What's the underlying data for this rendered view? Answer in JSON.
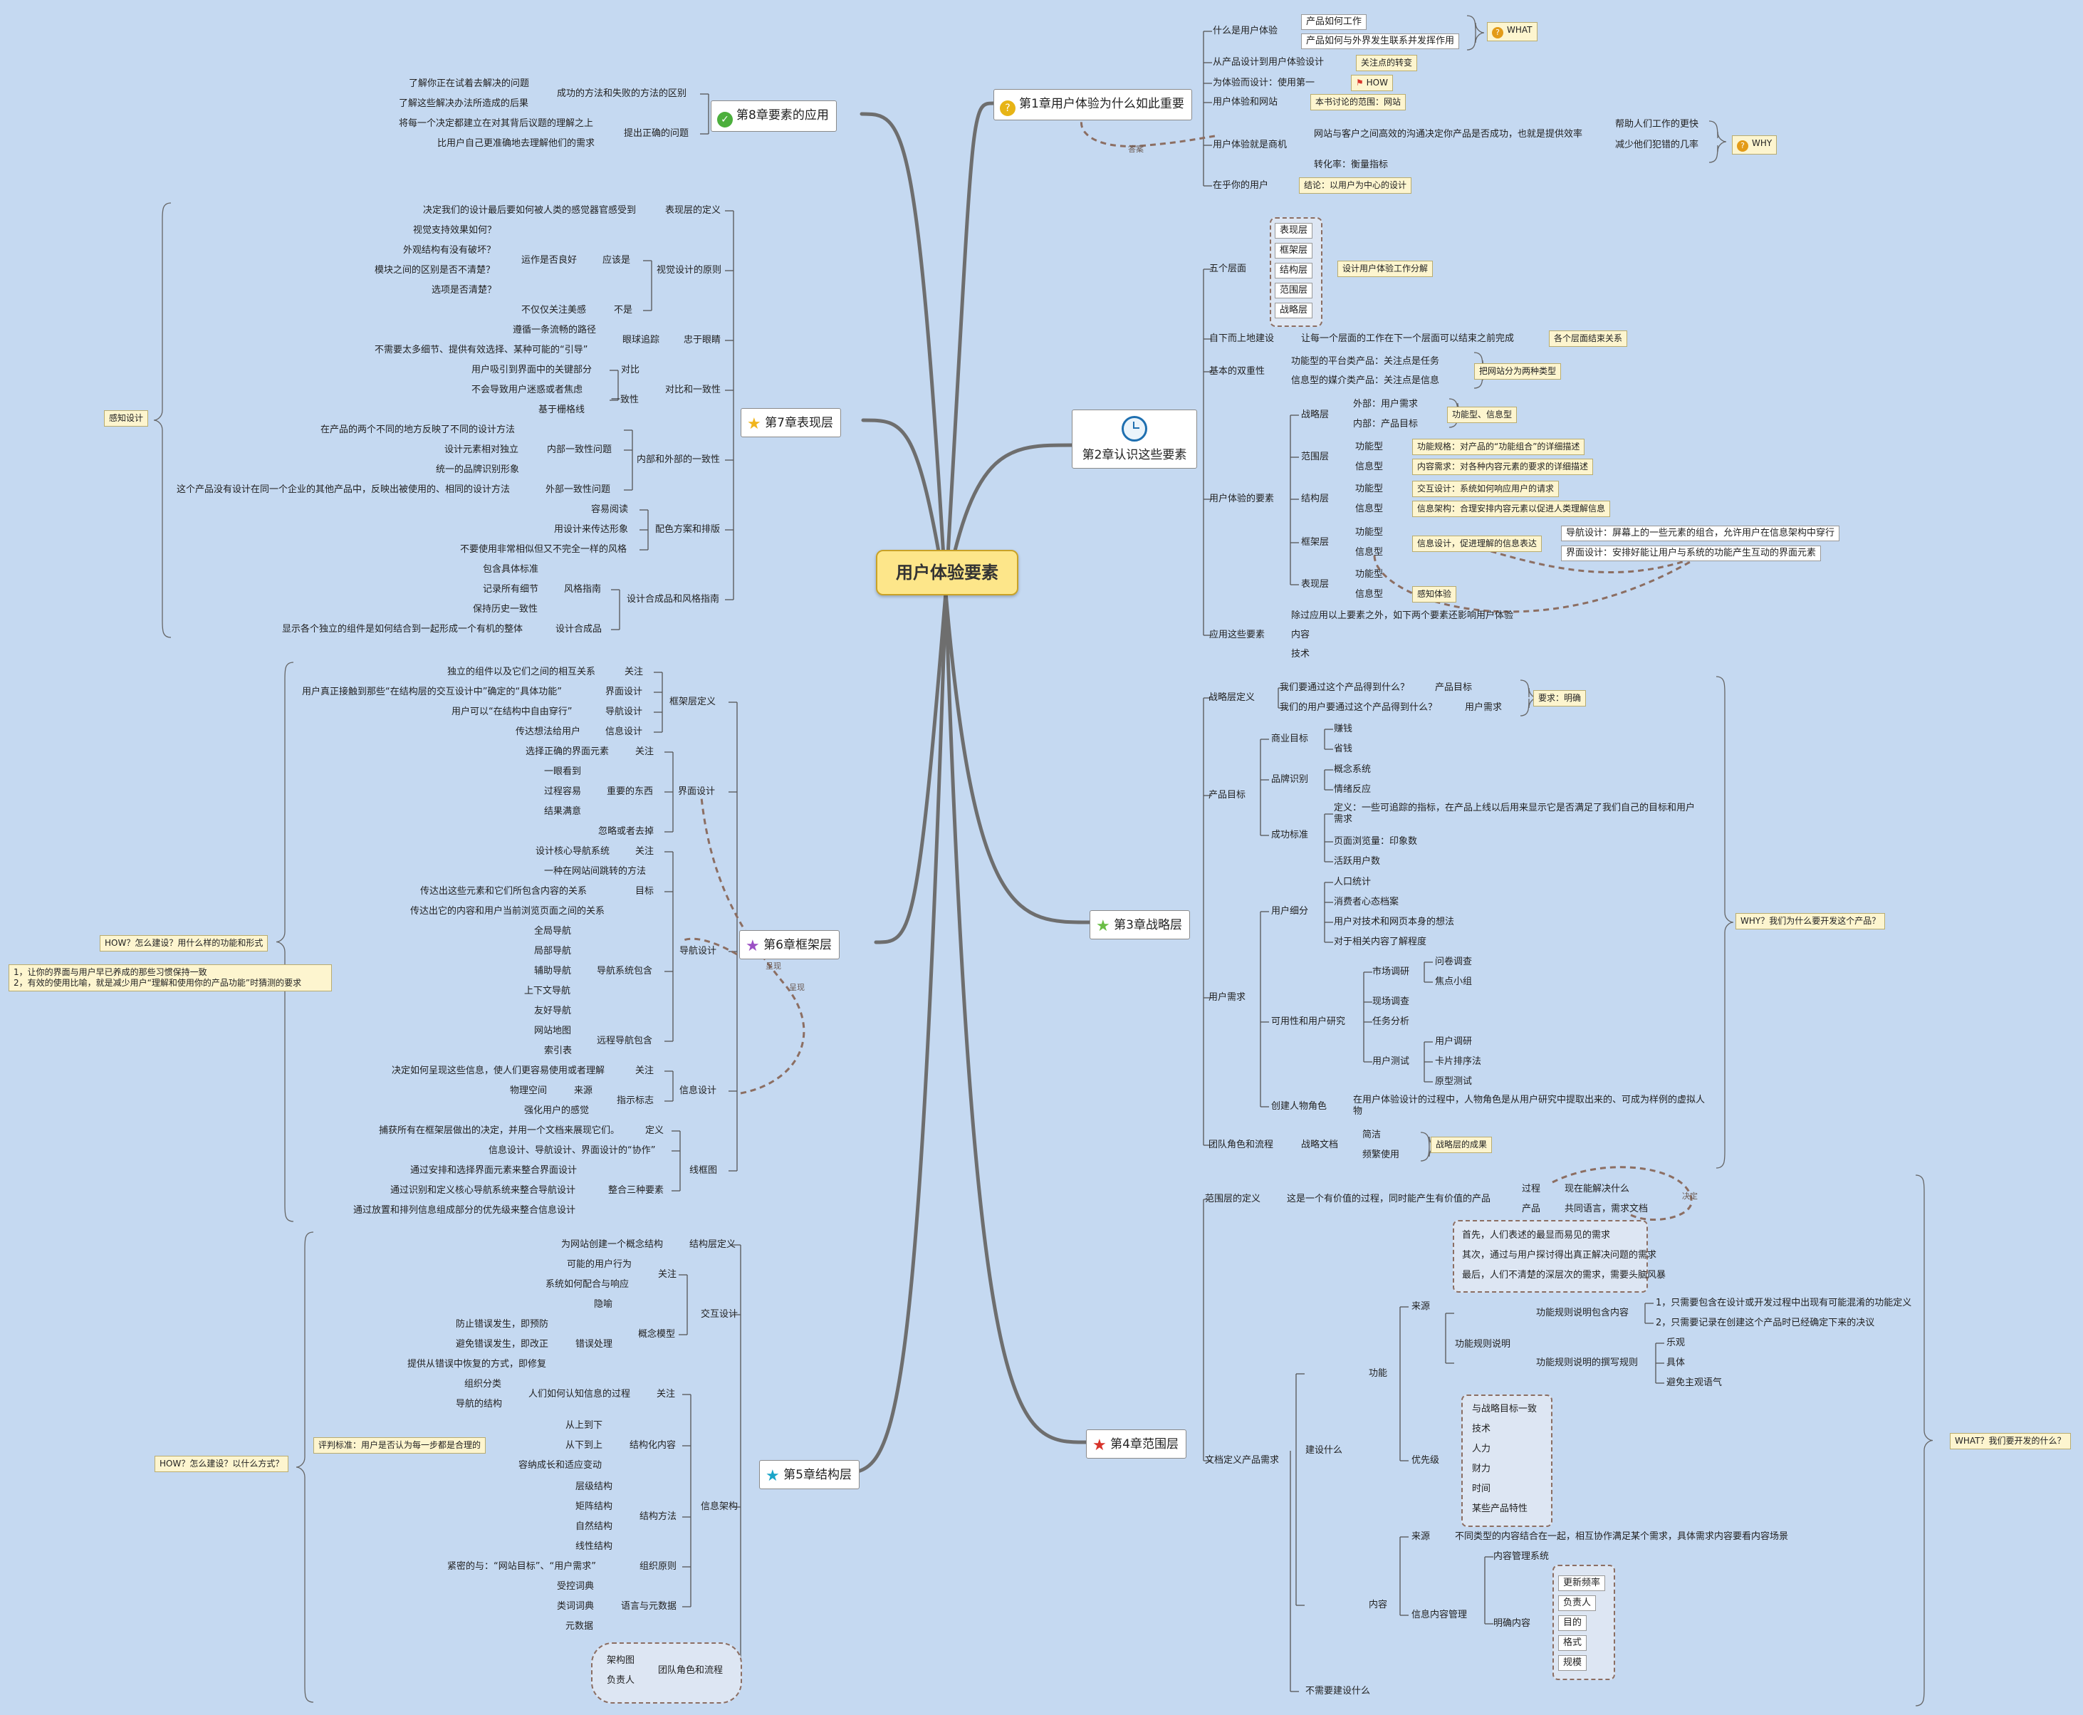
{
  "center": "用户体验要素",
  "icons": {
    "question": "question-icon",
    "clock": "clock-icon",
    "star": "star-icon",
    "check": "check-icon"
  },
  "colors": {
    "background": "#c5d9f1",
    "center": "#fde68a",
    "note": "#fdf5cf",
    "branch": "#6e6e6e"
  },
  "ch1": {
    "title": "第1章用户体验为什么如此重要",
    "what": "什么是用户体验",
    "what_a": "产品如何工作",
    "what_b": "产品如何与外界发生联系并发挥作用",
    "what_tag": "WHAT",
    "from": "从产品设计到用户体验设计",
    "from_note": "关注点的转变",
    "design": "为体验而设计：使用第一",
    "design_tag": "HOW",
    "web": "用户体验和网站",
    "web_note": "本书讨论的范围：网站",
    "biz": "用户体验就是商机",
    "biz_a": "网站与客户之间高效的沟通决定你产品是否成功，也就是提供效率",
    "biz_b": "帮助人们工作的更快",
    "biz_c": "减少他们犯错的几率",
    "biz_tag": "WHY",
    "conv": "转化率：衡量指标",
    "care": "在乎你的用户",
    "care_note": "结论：以用户为中心的设计",
    "link": "答案"
  },
  "ch2": {
    "title": "第2章认识这些要素",
    "five": "五个层面",
    "layers": [
      "表现层",
      "框架层",
      "结构层",
      "范围层",
      "战略层"
    ],
    "five_note": "设计用户体验工作分解",
    "bottom": "自下而上地建设",
    "bottom_a": "让每一个层面的工作在下一个层面可以结束之前完成",
    "bottom_note": "各个层面结束关系",
    "dual": "基本的双重性",
    "dual_a": "功能型的平台类产品：关注点是任务",
    "dual_b": "信息型的媒介类产品：关注点是信息",
    "dual_note": "把网站分为两种类型",
    "elements": "用户体验的要素",
    "strategy": "战略层",
    "s_out": "外部：用户需求",
    "s_in": "内部：产品目标",
    "s_note": "功能型、信息型",
    "scope": "范围层",
    "fn": "功能型",
    "info": "信息型",
    "scope_fn": "功能规格：对产品的“功能组合”的详细描述",
    "scope_info": "内容需求：对各种内容元素的要求的详细描述",
    "structure": "结构层",
    "st_fn": "交互设计：系统如何响应用户的请求",
    "st_info": "信息架构：合理安排内容元素以促进人类理解信息",
    "skeleton": "框架层",
    "sk_note": "信息设计，促进理解的信息表达",
    "sk_nav": "导航设计：屏幕上的一些元素的组合，允许用户在信息架构中穿行",
    "sk_ui": "界面设计：安排好能让用户与系统的功能产生互动的界面元素",
    "surface": "表现层",
    "sf_note": "感知体验",
    "apply": "应用这些要素",
    "apply_a": "除过应用以上要素之外，如下两个要素还影响用户体验",
    "apply_b": "内容",
    "apply_c": "技术"
  },
  "ch3": {
    "title": "第3章战略层",
    "def": "战略层定义",
    "def_a": "我们要通过这个产品得到什么？",
    "def_a2": "产品目标",
    "def_b": "我们的用户要通过这个产品得到什么？",
    "def_b2": "用户需求",
    "def_note": "要求：明确",
    "goal": "产品目标",
    "biz": "商业目标",
    "earn": "赚钱",
    "save": "省钱",
    "brand": "品牌识别",
    "concept": "概念系统",
    "emotion": "情绪反应",
    "success": "成功标准",
    "succ_def": "定义：一些可追踪的指标，在产品上线以后用来显示它是否满足了我们自己的目标和用户需求",
    "pv": "页面浏览量：印象数",
    "active": "活跃用户数",
    "needs": "用户需求",
    "seg": "用户细分",
    "demo": "人口统计",
    "psy": "消费者心态档案",
    "tech": "用户对技术和网页本身的想法",
    "know": "对于相关内容了解程度",
    "research": "可用性和用户研究",
    "market": "市场调研",
    "survey": "问卷调查",
    "focus": "焦点小组",
    "field": "现场调查",
    "task": "任务分析",
    "test": "用户测试",
    "utest": "用户调研",
    "card": "卡片排序法",
    "proto": "原型测试",
    "persona": "创建人物角色",
    "persona_a": "在用户体验设计的过程中，人物角色是从用户研究中提取出来的、可成为样例的虚拟人物",
    "team": "团队角色和流程",
    "doc": "战略文档",
    "brief": "简洁",
    "often": "频繁使用",
    "team_note": "战略层的成果",
    "why": "WHY？我们为什么要开发这个产品？"
  },
  "ch4": {
    "title": "第4章范围层",
    "def": "范围层的定义",
    "def_a": "这是一个有价值的过程，同时能产生有价值的产品",
    "proc": "过程",
    "proc_a": "现在能解决什么",
    "prod": "产品",
    "prod_a": "共同语言，需求文档",
    "decide": "决定",
    "docreq": "文档定义产品需求",
    "build": "建设什么",
    "func": "功能",
    "source": "来源",
    "src1": "首先，人们表述的最显而易见的需求",
    "src2": "其次，通过与用户探讨得出真正解决问题的需求",
    "src3": "最后，人们不清楚的深层次的需求，需要头脑风暴",
    "spec": "功能规则说明",
    "spec_inc": "功能规则说明包含内容",
    "spec_inc1": "1，只需要包含在设计或开发过程中出现有可能混淆的功能定义",
    "spec_inc2": "2，只需要记录在创建这个产品时已经确定下来的决议",
    "spec_rule": "功能规则说明的撰写规则",
    "rule1": "乐观",
    "rule2": "具体",
    "rule3": "避免主观语气",
    "prio": "优先级",
    "prio_items": [
      "与战略目标一致",
      "技术",
      "人力",
      "财力",
      "时间",
      "某些产品特性"
    ],
    "content": "内容",
    "c_source": "来源",
    "c_source_a": "不同类型的内容结合在一起，相互协作满足某个需求，具体需求内容要看内容场景",
    "cms": "信息内容管理",
    "cms_sys": "内容管理系统",
    "clear": "明确内容",
    "clear_items": [
      "更新频率",
      "负责人",
      "目的",
      "格式",
      "规模"
    ],
    "nobuild": "不需要建设什么",
    "what": "WHAT？我们要开发的什么？"
  },
  "ch5": {
    "title": "第5章结构层",
    "def": "结构层定义",
    "def_a": "为网站创建一个概念结构",
    "ixd": "交互设计",
    "care": "关注",
    "care_a": "可能的用户行为",
    "care_b": "系统如何配合与响应",
    "model": "概念模型",
    "metaphor": "隐喻",
    "error": "错误处理",
    "err_a": "防止错误发生，即预防",
    "err_b": "避免错误发生，即改正",
    "err_c": "提供从错误中恢复的方式，即修复",
    "ia": "信息架构",
    "ia_care": "关注",
    "ia_care_a": "人们如何认知信息的过程",
    "ia_class": "组织分类",
    "ia_nav": "导航的结构",
    "ia_eval": "评判标准：用户是否认为每一步都是合理的",
    "content": "结构化内容",
    "top": "从上到下",
    "bottom": "从下到上",
    "capacity": "容纳成长和适应变动",
    "method": "结构方法",
    "m1": "层级结构",
    "m2": "矩阵结构",
    "m3": "自然结构",
    "m4": "线性结构",
    "principle": "组织原则",
    "principle_a": "紧密的与：“网站目标”、“用户需求”",
    "lang": "语言与元数据",
    "l1": "受控词典",
    "l2": "类词词典",
    "l3": "元数据",
    "team": "团队角色和流程",
    "t1": "架构图",
    "t2": "负责人",
    "how": "HOW？怎么建设？以什么方式？"
  },
  "ch6": {
    "title": "第6章框架层",
    "def": "框架层定义",
    "care": "关注",
    "care_a": "独立的组件以及它们之间的相互关系",
    "ui": "界面设计",
    "ui_a": "用户真正接触到那些“在结构层的交互设计中”确定的“具体功能”",
    "nav": "导航设计",
    "nav_a": "用户可以“在结构中自由穿行”",
    "info": "信息设计",
    "info_a": "传达想法给用户",
    "ui2": "界面设计",
    "ui2_care": "关注",
    "ui2_care_a": "选择正确的界面元素",
    "important": "重要的东西",
    "imp1": "一眼看到",
    "imp2": "过程容易",
    "imp3": "结果满意",
    "ignore": "忽略或者去掉",
    "nav2": "导航设计",
    "nav2_care": "关注",
    "nav2_care_a": "设计核心导航系统",
    "target": "目标",
    "t1": "一种在网站间跳转的方法",
    "t2": "传达出这些元素和它们所包含内容的关系",
    "t3": "传达出它的内容和用户当前浏览页面之间的关系",
    "navsys": "导航系统包含",
    "ns": [
      "全局导航",
      "局部导航",
      "辅助导航",
      "上下文导航",
      "友好导航"
    ],
    "remote": "远程导航包含",
    "r1": "网站地图",
    "r2": "索引表",
    "info2": "信息设计",
    "info2_care": "关注",
    "info2_care_a": "决定如何呈现这些信息，使人们更容易使用或者理解",
    "sign": "指示标志",
    "s1": "物理空间",
    "s1b": "来源",
    "s2": "强化用户的感觉",
    "wire": "线框图",
    "def2": "定义",
    "def2_a": "捕获所有在框架层做出的决定，并用一个文档来展现它们。",
    "w1": "信息设计、导航设计、界面设计的“协作”",
    "merge": "整合三种要素",
    "m1": "通过安排和选择界面元素来整合界面设计",
    "m2": "通过识别和定义核心导航系统来整合导航设计",
    "m3": "通过放置和排列信息组成部分的优先级来整合信息设计",
    "link1": "呈现",
    "link2": "呈现",
    "how": "HOW？怎么建设？用什么样的功能和形式",
    "how_note1": "1，让你的界面与用户早已养成的那些习惯保持一致",
    "how_note2": "2，有效的使用比喻，就是减少用户“理解和使用你的产品功能”时猜测的要求"
  },
  "ch7": {
    "title": "第7章表现层",
    "def": "表现层的定义",
    "def_a": "决定我们的设计最后要如何被人类的感觉器官感受到",
    "visual": "视觉设计的原则",
    "should": "应该是",
    "run": "运作是否良好",
    "q1": "视觉支持效果如何？",
    "q2": "外观结构有没有破坏？",
    "q3": "模块之间的区别是否不清楚？",
    "q4": "选项是否清楚？",
    "not": "不是",
    "not_a": "不仅仅关注美感",
    "eye": "忠于眼睛",
    "track": "眼球追踪",
    "track_a": "遵循一条流畅的路径",
    "track_b": "不需要太多细节、提供有效选择、某种可能的“引导”",
    "contrast": "对比和一致性",
    "cmp": "对比",
    "cmp_a": "用户吸引到界面中的关键部分",
    "cmp_b": "不会导致用户迷惑或者焦虑",
    "consist": "一致性",
    "consist_a": "基于栅格线",
    "inout": "内部和外部的一致性",
    "inout_a": "在产品的两个不同的地方反映了不同的设计方法",
    "inner": "内部一致性问题",
    "inner_a": "设计元素相对独立",
    "inner_b": "统一的品牌识别形象",
    "outer": "外部一致性问题",
    "outer_a": "这个产品没有设计在同一个企业的其他产品中，反映出被使用的、相同的设计方法",
    "color": "配色方案和排版",
    "c1": "容易阅读",
    "c2": "用设计来传达形象",
    "c3": "不要使用非常相似但又不完全一样的风格",
    "guide": "设计合成品和风格指南",
    "style": "风格指南",
    "g1": "包含具体标准",
    "g2": "记录所有细节",
    "g3": "保持历史一致性",
    "comp": "设计合成品",
    "comp_a": "显示各个独立的组件是如何结合到一起形成一个有机的整体",
    "sense": "感知设计"
  },
  "ch8": {
    "title": "第8章要素的应用",
    "method": "成功的方法和失败的方法的区别",
    "m1": "了解你正在试着去解决的问题",
    "m2": "了解这些解决办法所造成的后果",
    "ask": "提出正确的问题",
    "a1": "将每一个决定都建立在对其背后议题的理解之上",
    "a2": "比用户自己更准确地去理解他们的需求"
  }
}
